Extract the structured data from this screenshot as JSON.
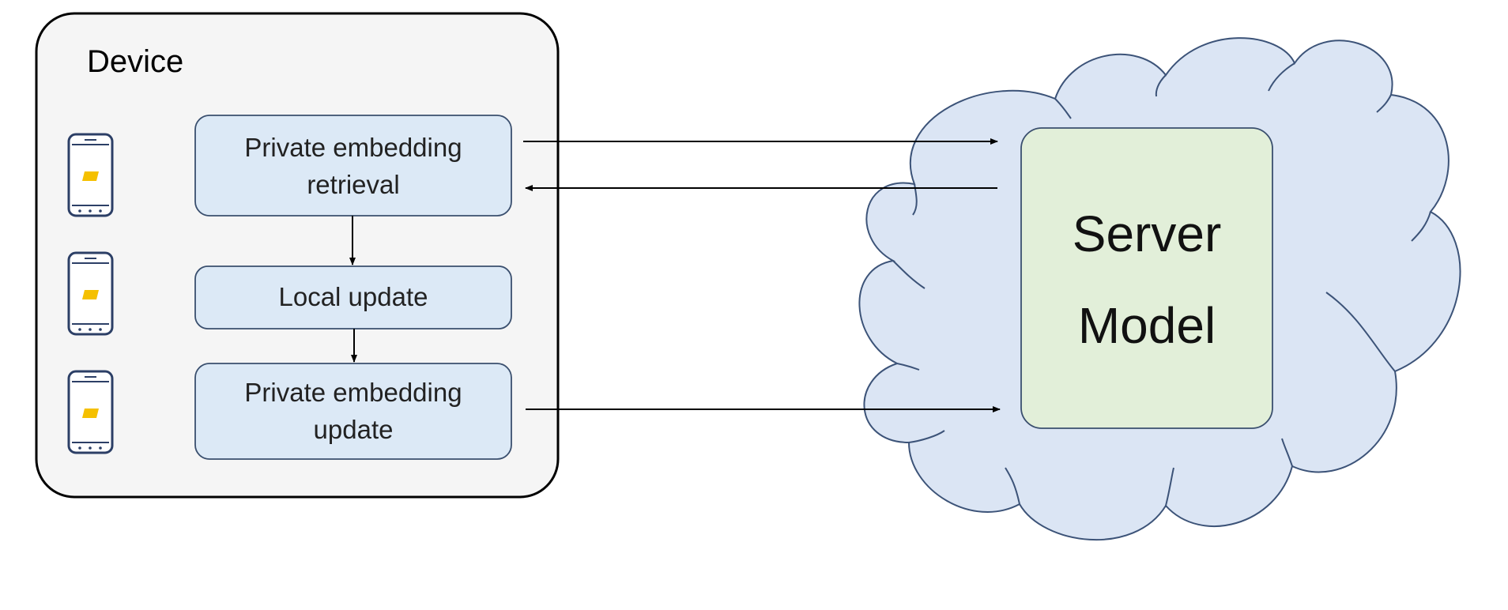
{
  "device": {
    "title": "Device",
    "steps": [
      {
        "line1": "Private embedding",
        "line2": "retrieval"
      },
      {
        "line1": "Local update",
        "line2": ""
      },
      {
        "line1": "Private embedding",
        "line2": "update"
      }
    ],
    "phones": [
      "phone-1",
      "phone-2",
      "phone-3"
    ]
  },
  "server": {
    "line1": "Server",
    "line2": "Model"
  },
  "colors": {
    "device_fill": "#f5f5f5",
    "step_fill": "#dce9f6",
    "step_stroke": "#3a4f6e",
    "cloud_fill": "#dbe5f4",
    "cloud_stroke": "#3c5378",
    "server_fill": "#e2efd9",
    "phone_stroke": "#2c3f66",
    "phone_screen": "#f5c000"
  }
}
